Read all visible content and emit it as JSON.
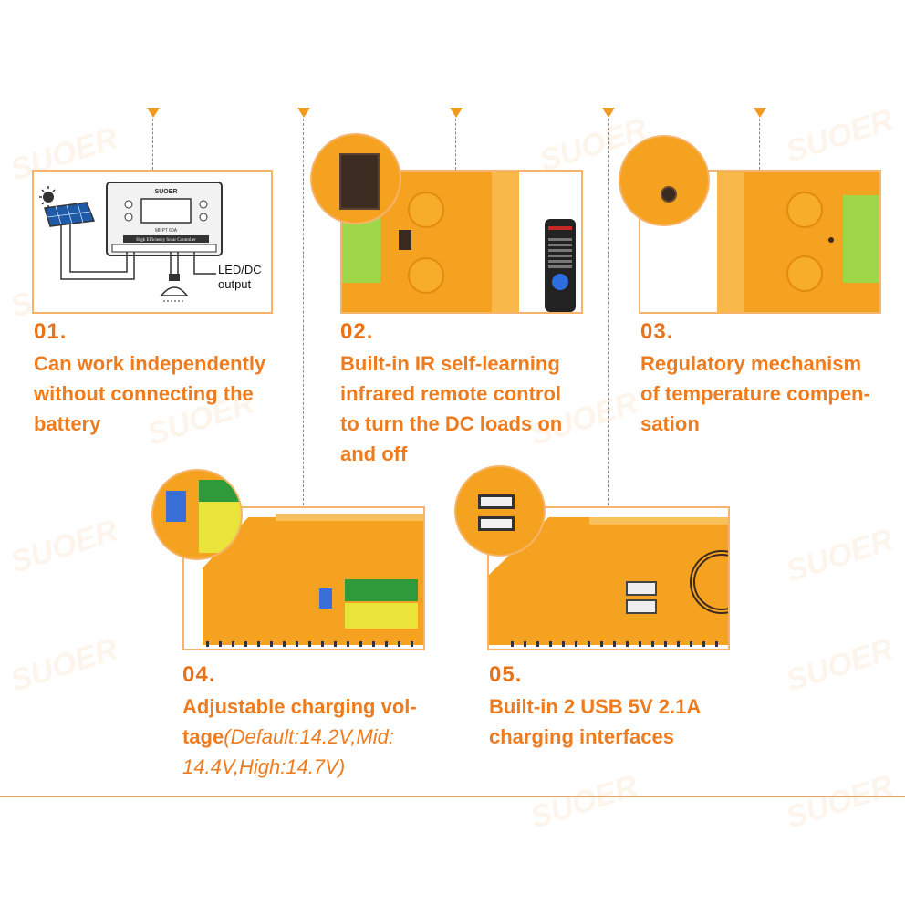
{
  "features": [
    {
      "num": "01",
      "dot": ".",
      "lines": [
        "Can work independently",
        "without connecting the",
        "battery"
      ]
    },
    {
      "num": "02",
      "dot": ".",
      "lines": [
        "Built-in IR self-learning",
        "infrared remote control",
        "to turn the DC loads on",
        "and off"
      ]
    },
    {
      "num": "03",
      "dot": ".",
      "lines": [
        "Regulatory mechanism",
        "of temperature compen-",
        "sation"
      ]
    },
    {
      "num": "04",
      "dot": ".",
      "line1": "Adjustable charging vol-",
      "line2_bold": "tage",
      "line2_ital": "(Default:14.2V,Mid:",
      "line3_ital": "14.4V,High:14.7V)"
    },
    {
      "num": "05",
      "dot": ".",
      "lines": [
        "Built-in 2 USB 5V 2.1A",
        "charging interfaces"
      ]
    }
  ],
  "diagram": {
    "device_brand": "SUOER",
    "device_model": "MPPT 60A",
    "device_caption": "High Efficiency Solar Controller",
    "output_label_line1": "LED/DC",
    "output_label_line2": "output"
  },
  "watermark": "SUOER",
  "colors": {
    "accent": "#f39a1e",
    "text": "#ee7c1f",
    "panel_border": "#f6b46a",
    "device": "#f4a21f",
    "lcd": "#9ed84a"
  }
}
